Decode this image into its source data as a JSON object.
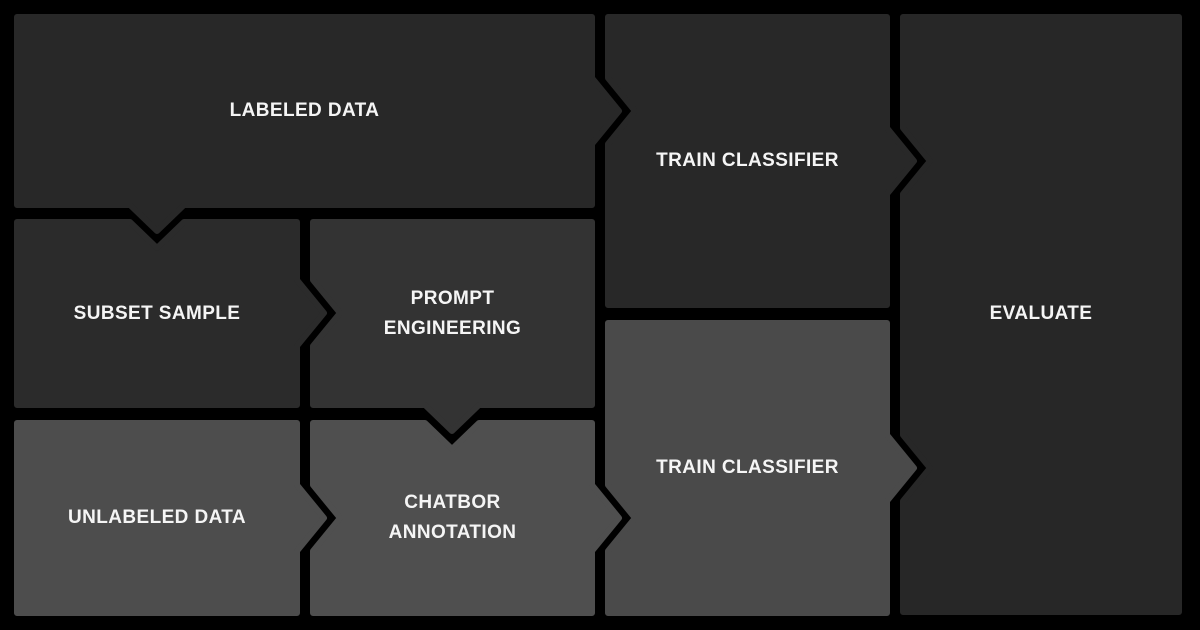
{
  "canvas": {
    "background_color": "#000000",
    "text_color": "#f5f5f5"
  },
  "pieces": [
    {
      "id": "labeled-data",
      "label": "LABELED DATA",
      "color": "#282828"
    },
    {
      "id": "train-classifier-top",
      "label": "TRAIN CLASSIFIER",
      "color": "#282828"
    },
    {
      "id": "evaluate",
      "label": "EVALUATE",
      "color": "#272727"
    },
    {
      "id": "subset-sample",
      "label": "SUBSET SAMPLE",
      "color": "#2b2b2b"
    },
    {
      "id": "prompt-engineering",
      "label": "PROMPT ENGINEERING",
      "color": "#333333"
    },
    {
      "id": "unlabeled-data",
      "label": "UNLABELED DATA",
      "color": "#4d4d4d"
    },
    {
      "id": "chatbor-annotation",
      "label": "CHATBOR ANNOTATION",
      "color": "#4f4f4f"
    },
    {
      "id": "train-classifier-bottom",
      "label": "TRAIN CLASSIFIER",
      "color": "#4a4a4a"
    }
  ]
}
